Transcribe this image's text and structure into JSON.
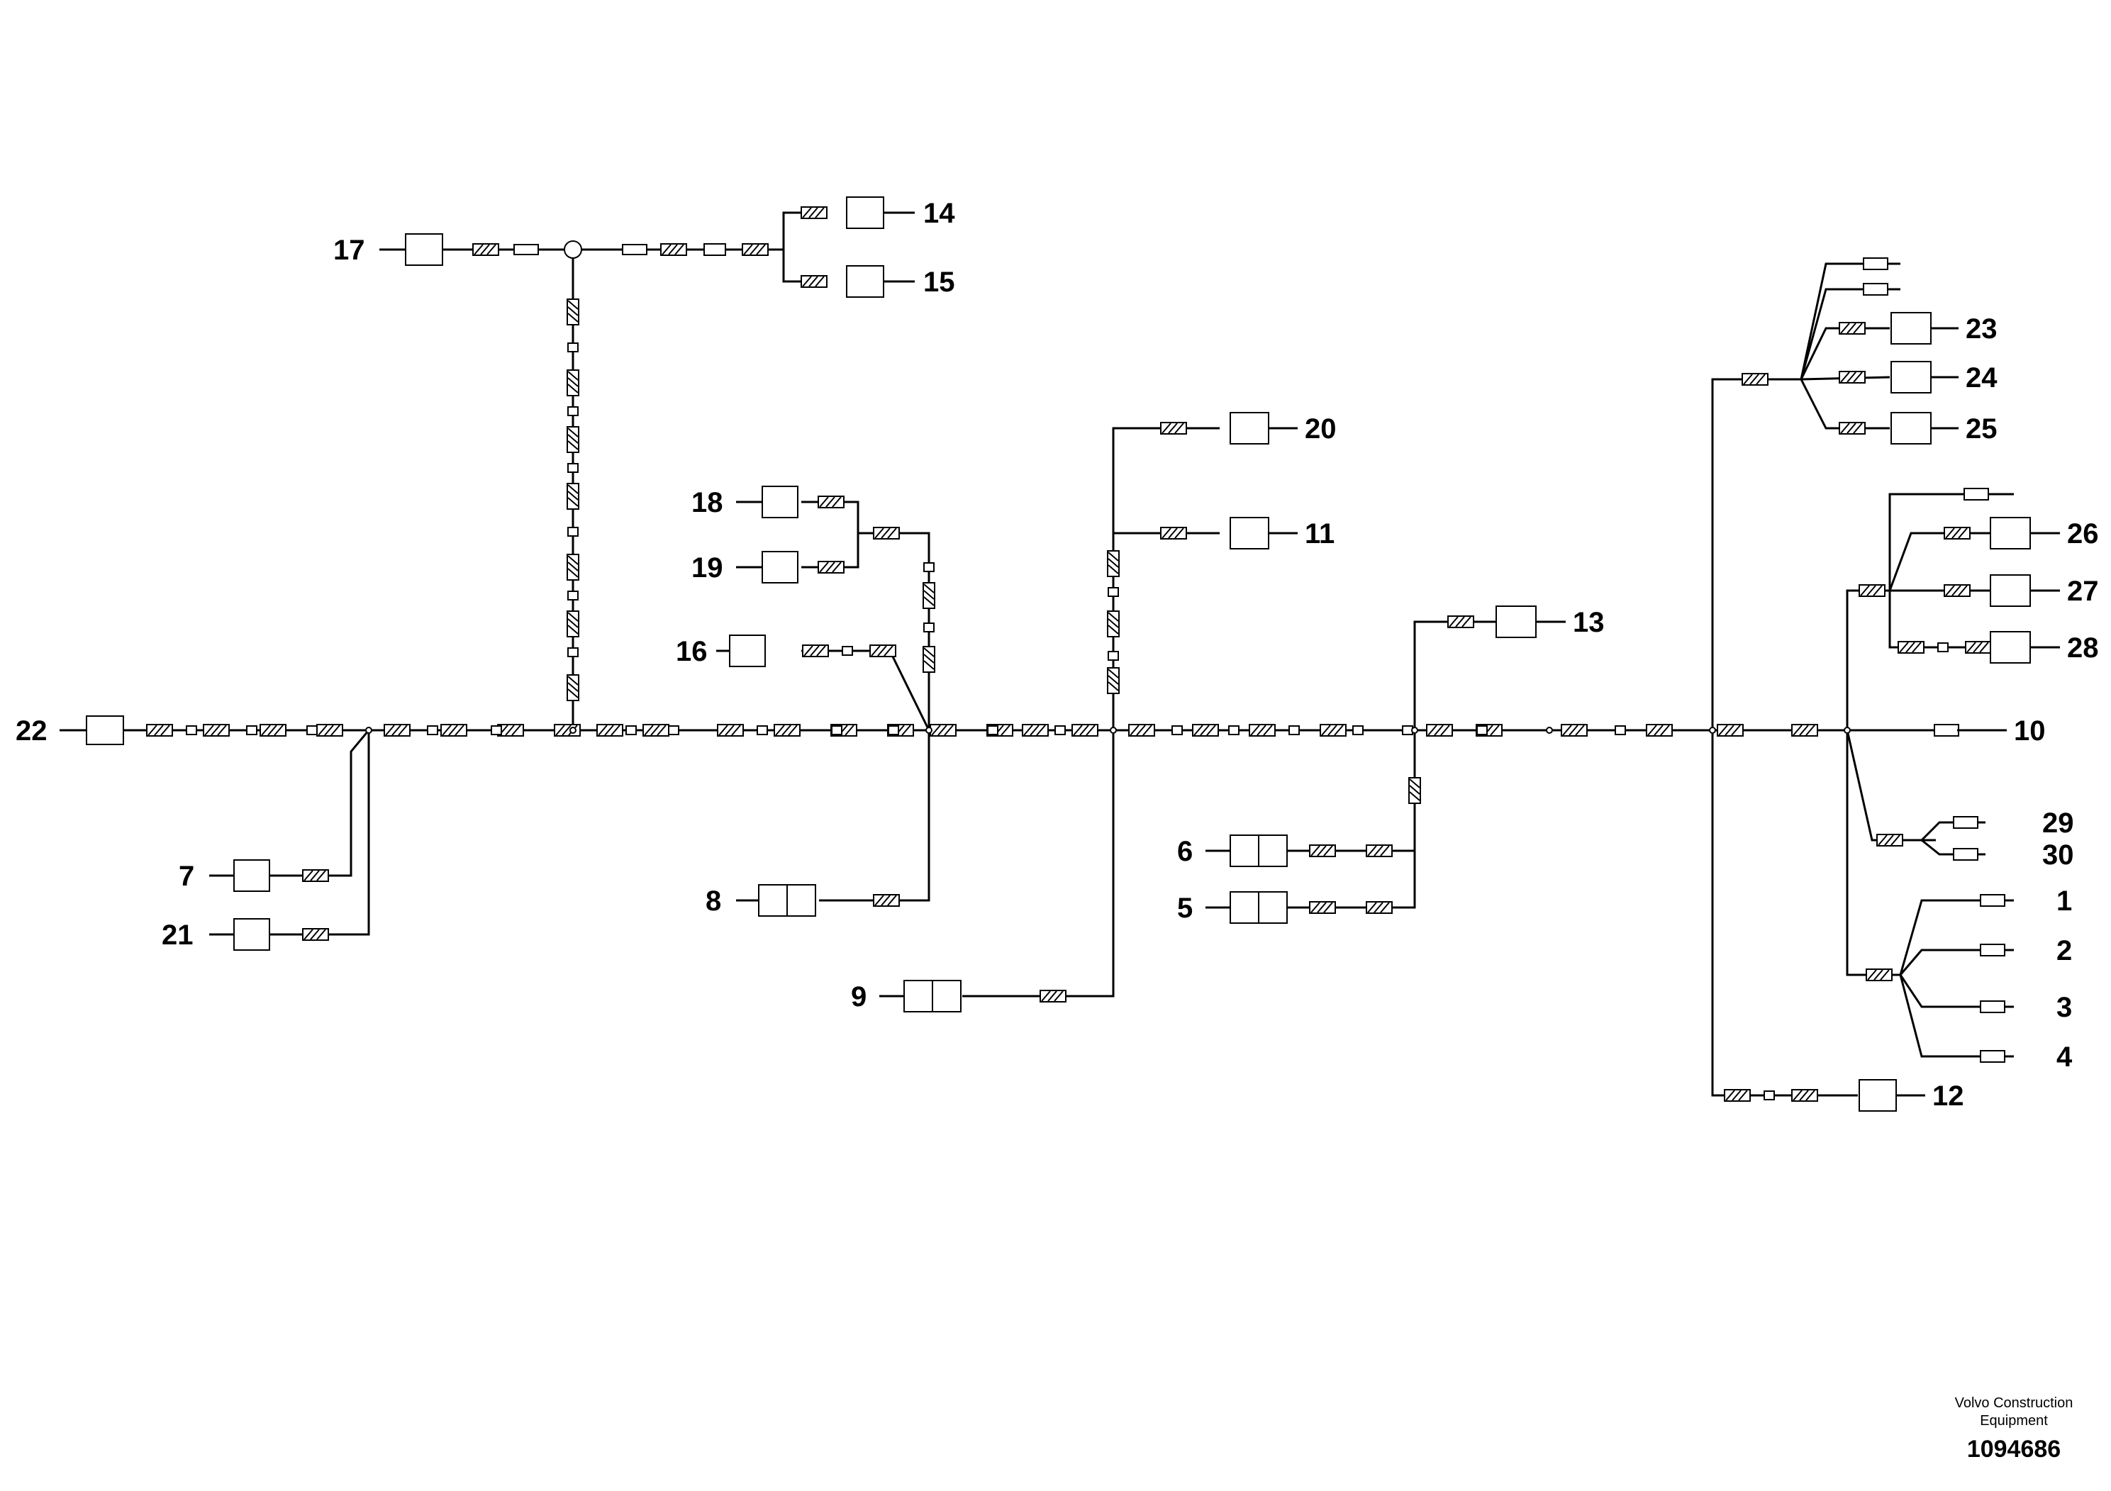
{
  "diagram": {
    "callouts": [
      "1",
      "2",
      "3",
      "4",
      "5",
      "6",
      "7",
      "8",
      "9",
      "10",
      "11",
      "12",
      "13",
      "14",
      "15",
      "16",
      "17",
      "18",
      "19",
      "20",
      "21",
      "22",
      "23",
      "24",
      "25",
      "26",
      "27",
      "28",
      "29",
      "30"
    ]
  },
  "footer": {
    "company_line1": "Volvo Construction",
    "company_line2": "Equipment",
    "drawing_number": "1094686"
  }
}
